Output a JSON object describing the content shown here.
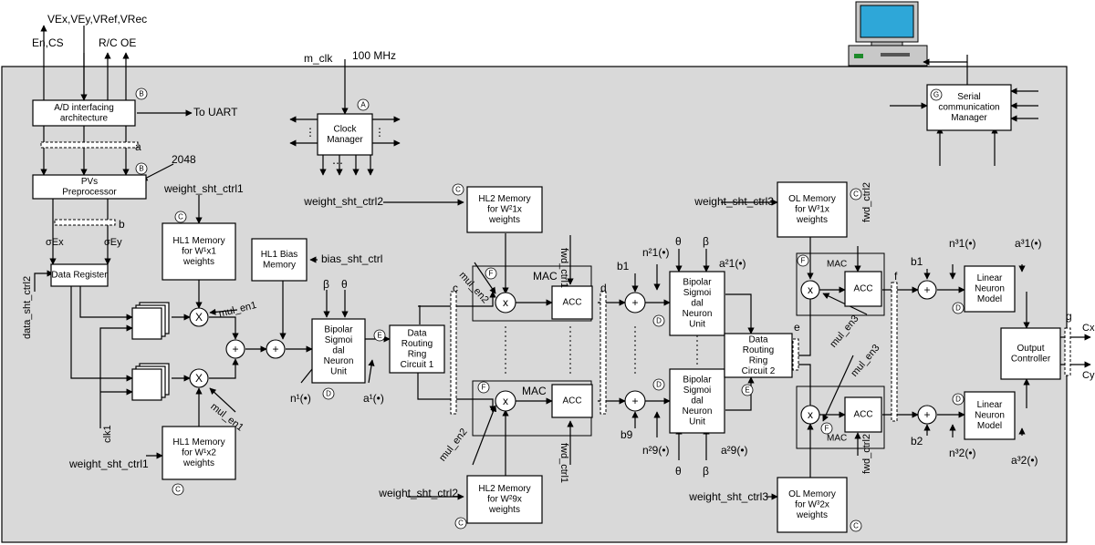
{
  "top": {
    "pins": {
      "v_refs": "VEx,VEy,VRef,VRec",
      "en_cs": "En,CS",
      "rc": "R/C",
      "oe": "OE"
    },
    "m_clk": "m_clk",
    "freq": "100 MHz",
    "to_uart": "To UART"
  },
  "blocks": {
    "ad": "A/D interfacing|architecture",
    "pvs": "PVs|Preprocessor",
    "data_reg": "Data  Register",
    "clock": "Clock|Manager",
    "hl1_w1": "HL1 Memory|for W¹x1|weights",
    "hl1_w2": "HL1 Memory|for W¹x2|weights",
    "hl1_bias": "HL1 Bias|Memory",
    "bsn1": "Bipolar|Sigmoi|dal|Neuron|Unit",
    "drr1": "Data|Routing|Ring|Circuit 1",
    "hl2_w1": "HL2 Memory|for W²1x|weights",
    "hl2_w9": "HL2 Memory|for W²9x|weights",
    "acc": "ACC",
    "bsn2_top": "Bipolar|Sigmoi|dal|Neuron|Unit",
    "bsn2_bot": "Bipolar|Sigmoi|dal|Neuron|Unit",
    "drr2": "Data|Routing|Ring|Circuit 2",
    "ol_w1": "OL Memory|for W³1x|weights",
    "ol_w2": "OL Memory|for W³2x|weights",
    "lnm": "Linear|Neuron|Model",
    "out_ctrl": "Output|Controller",
    "serial": "Serial|communication|Manager"
  },
  "labels": {
    "n2048": "2048",
    "weight_sht_ctrl1": "weight_sht_ctrl1",
    "weight_sht_ctrl2": "weight_sht_ctrl2",
    "weight_sht_ctrl3": "weight_sht_ctrl3",
    "bias_sht_ctrl": "bias_sht_ctrl",
    "data_sht_ctrl2": "data_sht_ctrl2",
    "clk1": "clk1",
    "mul_en1": "mul_en1",
    "mul_en2": "mul_en2",
    "mul_en3": "mul_en3",
    "fwd_ctrl1": "fwd_ctrl1",
    "fwd_ctrl2": "fwd_ctrl2",
    "mac": "MAC",
    "sigma_ex": "σEx",
    "sigma_ey": "σEy",
    "beta": "β",
    "theta": "θ",
    "n1": "n¹(•)",
    "a1": "a¹(•)",
    "n21": "n²1(•)",
    "a21": "a²1(•)",
    "n29": "n²9(•)",
    "a29": "a²9(•)",
    "n31": "n³1(•)",
    "a31": "a³1(•)",
    "n32": "n³2(•)",
    "a32": "a³2(•)",
    "b1": "b1",
    "b9": "b9",
    "b2": "b2",
    "cx": "Cx",
    "cy": "Cy",
    "bus": {
      "a": "a",
      "b": "b",
      "c": "c",
      "d": "d",
      "e": "e",
      "f": "f",
      "g": "g"
    },
    "mult": "x",
    "mult_big": "X",
    "add": "+"
  },
  "badges": {
    "A": "A",
    "B": "B",
    "C": "C",
    "D": "D",
    "E": "E",
    "F": "F",
    "G": "G"
  }
}
